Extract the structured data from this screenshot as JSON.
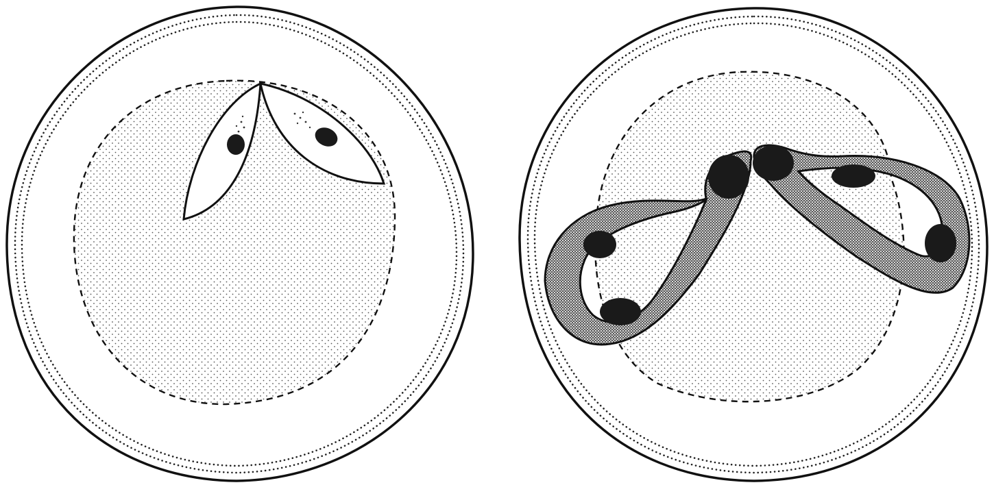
{
  "figure": {
    "panels": [
      {
        "name": "left-cell",
        "parasite_shape": "two pear-shaped forms joined at apex"
      },
      {
        "name": "right-cell",
        "parasite_shape": "two elongated looped forms joined at center"
      }
    ],
    "colors": {
      "background": "#ffffff",
      "ink": "#111111",
      "stipple": "#555555",
      "dense_stipple": "#333333"
    }
  }
}
